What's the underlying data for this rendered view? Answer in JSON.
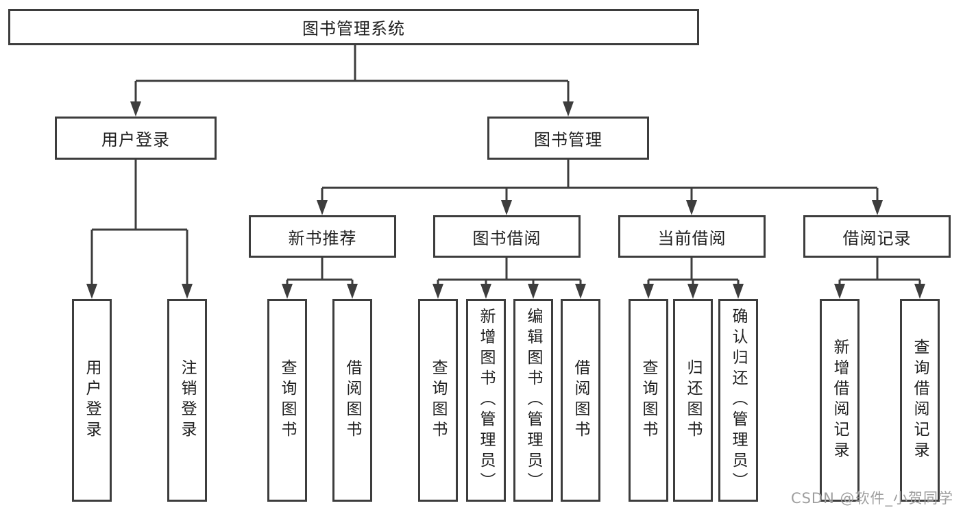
{
  "diagram": {
    "root": {
      "label": "图书管理系统"
    },
    "branches": [
      {
        "label": "用户登录",
        "children": [
          {
            "label": "用户登录"
          },
          {
            "label": "注销登录"
          }
        ]
      },
      {
        "label": "图书管理",
        "sections": [
          {
            "label": "新书推荐",
            "children": [
              {
                "label": "查询图书"
              },
              {
                "label": "借阅图书"
              }
            ]
          },
          {
            "label": "图书借阅",
            "children": [
              {
                "label": "查询图书"
              },
              {
                "label": "新增图书（管理员）"
              },
              {
                "label": "编辑图书（管理员）"
              },
              {
                "label": "借阅图书"
              }
            ]
          },
          {
            "label": "当前借阅",
            "children": [
              {
                "label": "查询图书"
              },
              {
                "label": "归还图书"
              },
              {
                "label": "确认归还（管理员）"
              }
            ]
          },
          {
            "label": "借阅记录",
            "children": [
              {
                "label": "新增借阅记录"
              },
              {
                "label": "查询借阅记录"
              }
            ]
          }
        ]
      }
    ]
  },
  "watermark": {
    "text": "CSDN @软件_小贺同学"
  },
  "colors": {
    "line": "#3d3d3d",
    "text": "#1f1f1f",
    "background": "#ffffff",
    "watermark": "#9e9e9e"
  }
}
